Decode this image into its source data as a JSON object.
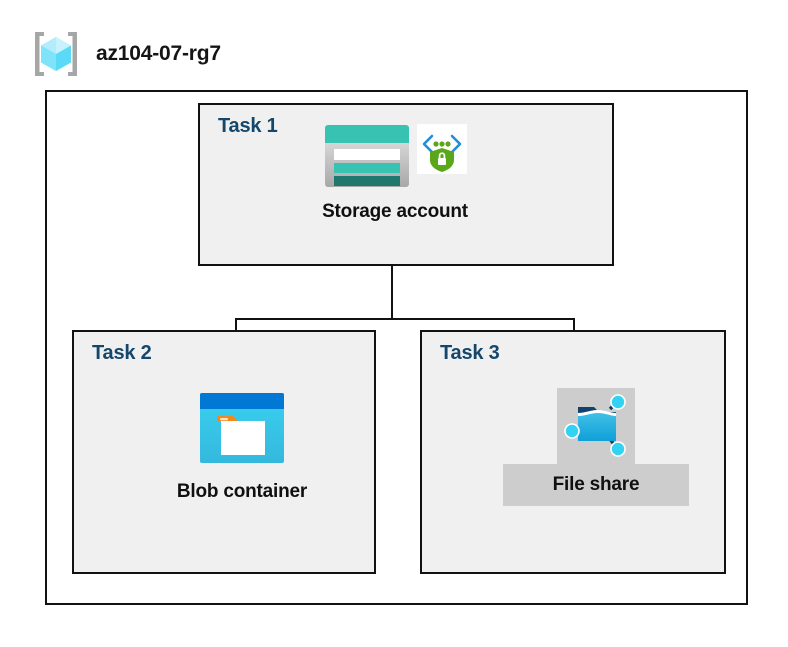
{
  "header": {
    "icon": "resource-group-cube-icon",
    "title": "az104-07-rg7"
  },
  "diagram": {
    "container_name": "resource-group-container",
    "connector_style": "orthogonal-tree",
    "colors": {
      "task_box_fill": "#f0f0f0",
      "task_label": "#14476b",
      "border": "#121212",
      "selection_highlight": "#cdcdcd",
      "storage_teal": "#37c2b1",
      "storage_teal_dark": "#2a8f84",
      "blob_blue": "#0078d4",
      "blob_cyan": "#32bedd",
      "blob_orange": "#f78d1e",
      "shield_green": "#5aa81a",
      "node_cyan": "#32d2f2",
      "cube_cyan": "#9fe8fb"
    },
    "tasks": [
      {
        "label": "Task 1",
        "node": {
          "caption": "Storage account",
          "icons": [
            "storage-account-icon",
            "security-shield-lock-icon"
          ]
        }
      },
      {
        "label": "Task 2",
        "node": {
          "caption": "Blob container",
          "icons": [
            "blob-container-icon"
          ]
        }
      },
      {
        "label": "Task 3",
        "node": {
          "caption": "File share",
          "icons": [
            "file-share-icon"
          ],
          "highlighted": true
        }
      }
    ]
  }
}
